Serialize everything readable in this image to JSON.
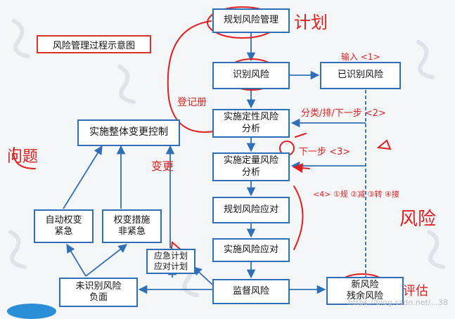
{
  "diagram_title": "风险管理过程示意图",
  "nodes": {
    "plan_risk_mgmt": "规划风险管理",
    "identify_risk": "识别风险",
    "identified_risks": "已识别风险",
    "qualitative_1": "实施定性风险",
    "qualitative_2": "分析",
    "quantitative_1": "实施定量风险",
    "quantitative_2": "分析",
    "plan_response": "规划风险应对",
    "implement_response": "实施风险应对",
    "monitor_risk": "监督风险",
    "new_risk_1": "新风险",
    "new_risk_2": "残余风险",
    "integrated_change": "实施整体变更控制",
    "auto_change_1": "自动权变",
    "auto_change_2": "紧急",
    "change_measure_1": "权变措施",
    "change_measure_2": "非紧急",
    "contingency_1": "应急计划",
    "contingency_2": "应对计划",
    "unidentified_1": "未识别风险",
    "unidentified_2": "负面"
  },
  "handwritten": {
    "plan": "计划",
    "in_out_1": "输入 <1>",
    "in_out_2": "分类/排/下一步 <2>",
    "next_3": "下一步 <3>",
    "four_options": "<4> ①规 ②减 ③转 ④接",
    "problem": "问题",
    "risk": "风险",
    "residual": "再评估",
    "change_request": "变更",
    "reg": "登记册"
  },
  "watermark": "https://blog.csdn.net/...38",
  "colors": {
    "box_border": "#2f6fb8",
    "arrow": "#2f6fb8",
    "ink": "#e02020",
    "title_border": "#d9342b"
  }
}
